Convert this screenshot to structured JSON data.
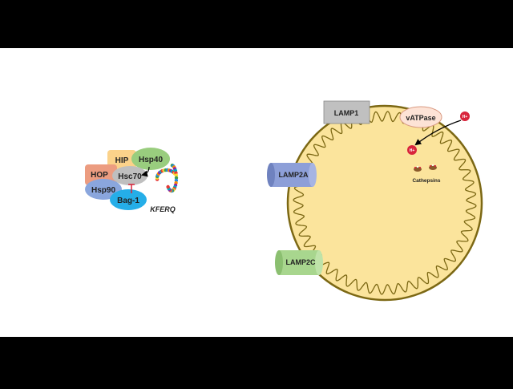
{
  "chaperone_complex": {
    "hip": "HIP",
    "hsp40": "Hsp40",
    "hop": "HOP",
    "hsc70": "Hsc70",
    "hsp90": "Hsp90",
    "bag1": "Bag-1",
    "substrate_motif": "KFERQ"
  },
  "lysosome": {
    "lamp1": "LAMP1",
    "lamp2a": "LAMP2A",
    "lamp2c": "LAMP2C",
    "vatpase": "vATPase",
    "proton": "H+",
    "proteases": "Cathepsins"
  },
  "colors": {
    "letterbox": "#000000",
    "canvas": "#ffffff",
    "lumen": "#fbe49c",
    "membrane": "#7c6814",
    "hip": "#fbd28a",
    "hsp40": "#99cd7e",
    "hop": "#ec9c80",
    "hsc70": "#bfbfbf",
    "hsp90": "#8aa6dd",
    "bag1": "#25aee8",
    "lamp1": "#c0c0c0",
    "lamp2a": "#8d9fd8",
    "lamp2c": "#a8d68e",
    "vatpase": "#fde3d6",
    "proton": "#d8243b"
  }
}
